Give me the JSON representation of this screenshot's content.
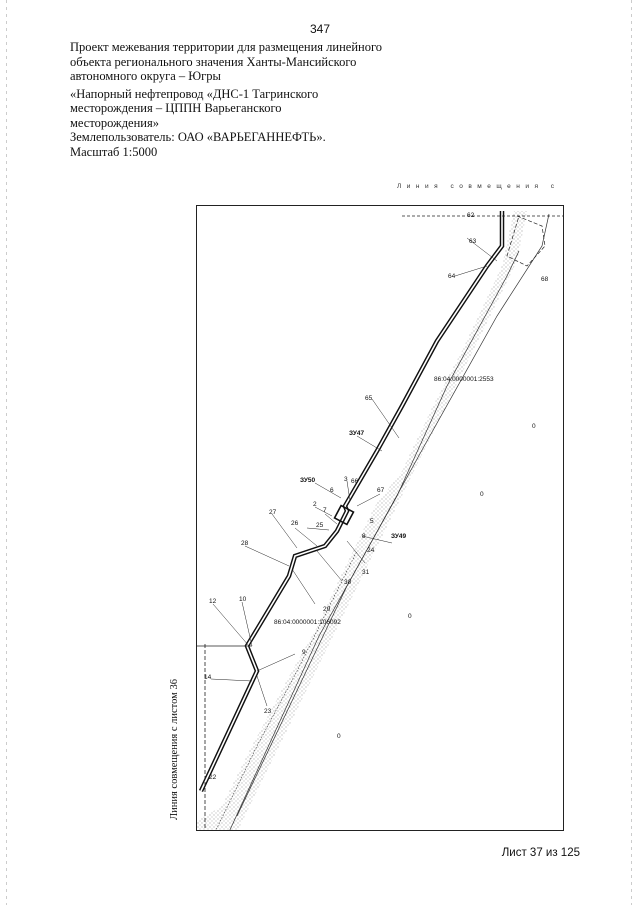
{
  "page_number": "347",
  "header": {
    "line1": "Проект межевания территории для размещения линейного",
    "line2": "объекта регионального значения Ханты-Мансийского",
    "line3": "автономного округа – Югры",
    "object_line1": "«Напорный нефтепровод «ДНС-1 Тагринского",
    "object_line2": "месторождения – ЦППН Варьеганского",
    "object_line3": "месторождения»",
    "land_user": "Землепользователь: ОАО «ВАРЬЕГАННЕФТЬ».",
    "scale": "Масштаб 1:5000"
  },
  "side_labels": {
    "left": "Линия совмещения с листом 36",
    "top": "Линия совмещения с"
  },
  "map": {
    "cadastral_1": "86:04:0000001:2553",
    "cadastral_2": "86:04:0000001:106092",
    "zones": {
      "z47": "ЗУ47",
      "z49": "ЗУ49",
      "z50": "ЗУ50"
    },
    "points": {
      "p2": "2",
      "p3": "3",
      "p5": "5",
      "p6": "6",
      "p7": "7",
      "p8": "8",
      "p9": "9",
      "p10": "10",
      "p12": "12",
      "p14": "14",
      "p22": "22",
      "p23": "23",
      "p24": "24",
      "p25": "25",
      "p26": "26",
      "p27": "27",
      "p28": "28",
      "p29": "29",
      "p30": "30",
      "p31": "31",
      "p62": "62",
      "p63": "63",
      "p64": "64",
      "p65": "65",
      "p66": "66",
      "p67": "67",
      "p68": "68"
    }
  },
  "sheet": "Лист 37 из 125"
}
